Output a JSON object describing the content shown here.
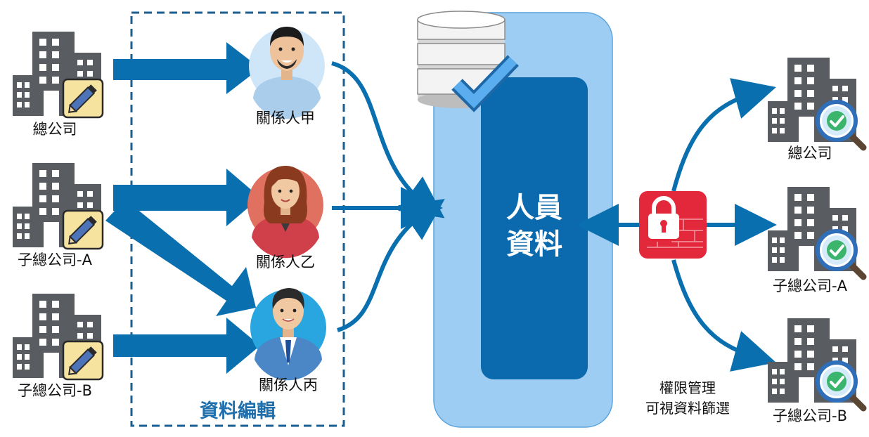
{
  "sources": [
    {
      "label": "總公司"
    },
    {
      "label": "子總公司-A"
    },
    {
      "label": "子總公司-B"
    }
  ],
  "persons": [
    {
      "label": "關係人甲"
    },
    {
      "label": "關係人乙"
    },
    {
      "label": "關係人丙"
    }
  ],
  "edit_group_label": "資料編輯",
  "center": {
    "line1": "人員",
    "line2": "資料"
  },
  "permission": {
    "line1": "權限管理",
    "line2": "可視資料篩選"
  },
  "targets": [
    {
      "label": "總公司"
    },
    {
      "label": "子總公司-A"
    },
    {
      "label": "子總公司-B"
    }
  ],
  "colors": {
    "arrow": "#0a6fae",
    "panel_light": "#9dcdf2",
    "panel_dark": "#0b6aad",
    "building": "#595c60",
    "lock": "#e4283b",
    "note": "#f7e3a0"
  }
}
